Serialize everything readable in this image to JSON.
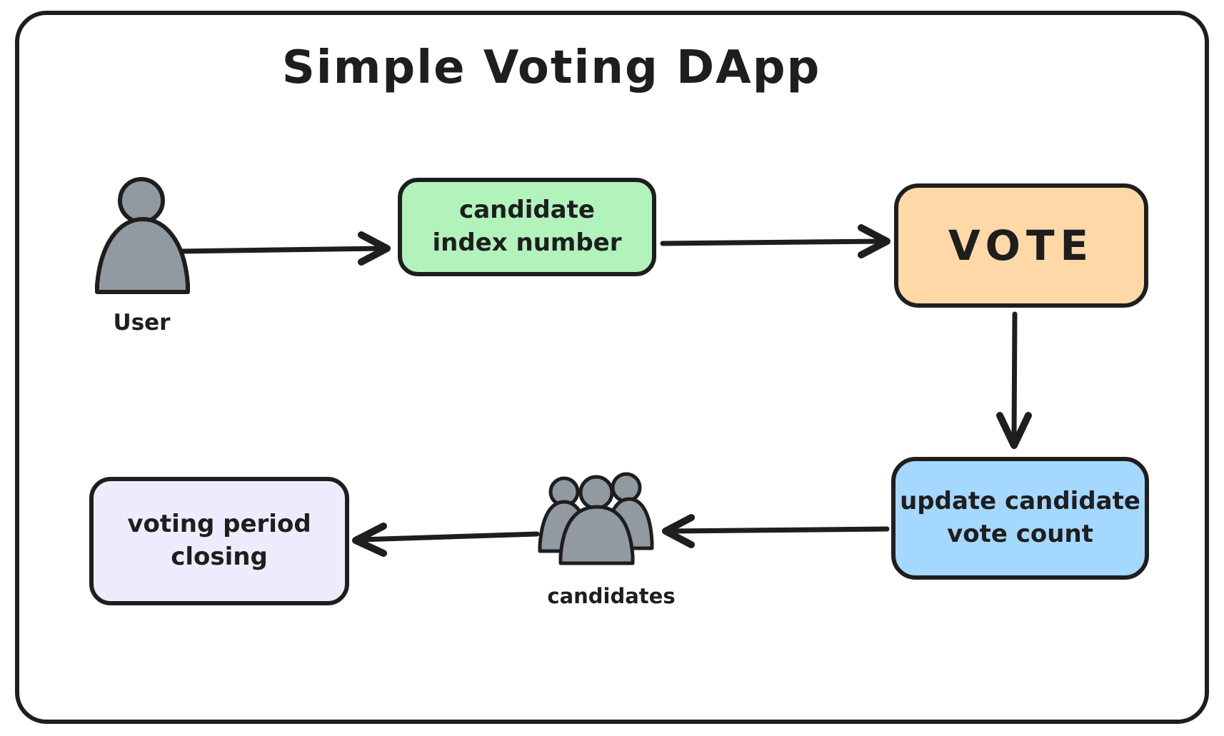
{
  "title": "Simple Voting DApp",
  "colors": {
    "stroke": "#1e1e1e",
    "green": "#b2f2bb",
    "orange": "#ffd8a8",
    "blue": "#a5d8ff",
    "violet": "#ececfc",
    "gray": "#9199a1",
    "bg": "#ffffff"
  },
  "nodes": {
    "user": {
      "label": "User",
      "icon": "person-icon"
    },
    "candidateIndex": {
      "label": "candidate\nindex number",
      "fill": "#b2f2bb"
    },
    "vote": {
      "label": "VOTE",
      "fill": "#ffd8a8"
    },
    "updateCount": {
      "label": "update candidate\nvote count",
      "fill": "#a5d8ff"
    },
    "candidates": {
      "label": "candidates",
      "icon": "people-group-icon"
    },
    "votingPeriod": {
      "label": "voting period\nclosing",
      "fill": "#ececfc"
    }
  },
  "edges": [
    {
      "from": "user",
      "to": "candidate-index-number"
    },
    {
      "from": "candidate-index-number",
      "to": "vote"
    },
    {
      "from": "vote",
      "to": "update-candidate-vote-count"
    },
    {
      "from": "update-candidate-vote-count",
      "to": "candidates"
    },
    {
      "from": "candidates",
      "to": "voting-period-closing"
    }
  ]
}
